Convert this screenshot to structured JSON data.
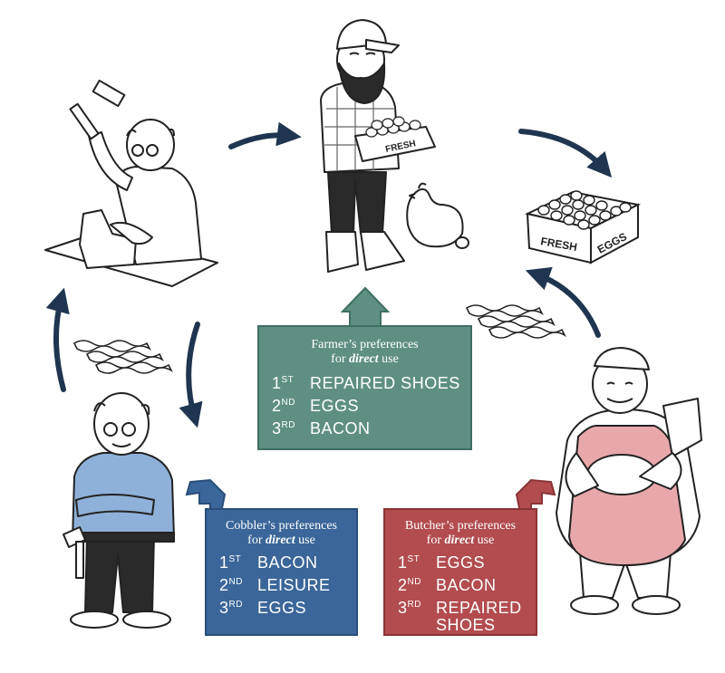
{
  "farmer_box": {
    "title_pre": "Farmer’s preferences",
    "title_for": "for",
    "title_em": "direct",
    "title_post": "use",
    "items": [
      {
        "rank": "1",
        "suffix": "ST",
        "label": "REPAIRED SHOES"
      },
      {
        "rank": "2",
        "suffix": "ND",
        "label": "EGGS"
      },
      {
        "rank": "3",
        "suffix": "RD",
        "label": "BACON"
      }
    ]
  },
  "cobbler_box": {
    "title_pre": "Cobbler’s preferences",
    "title_for": "for",
    "title_em": "direct",
    "title_post": "use",
    "items": [
      {
        "rank": "1",
        "suffix": "ST",
        "label": "BACON"
      },
      {
        "rank": "2",
        "suffix": "ND",
        "label": "LEISURE"
      },
      {
        "rank": "3",
        "suffix": "RD",
        "label": "EGGS"
      }
    ]
  },
  "butcher_box": {
    "title_pre": "Butcher’s preferences",
    "title_for": "for",
    "title_em": "direct",
    "title_post": "use",
    "items": [
      {
        "rank": "1",
        "suffix": "ST",
        "label": "EGGS"
      },
      {
        "rank": "2",
        "suffix": "ND",
        "label": "BACON"
      },
      {
        "rank": "3",
        "suffix": "RD",
        "label": "REPAIRED"
      }
    ],
    "item3_line2": "SHOES"
  },
  "egg_crate": {
    "word1": "FRESH",
    "word2": "EGGS"
  },
  "farmer_crate": {
    "word": "FRESH"
  },
  "colors": {
    "arrow": "#1f3550",
    "farmer_box": "#5f8f83",
    "cobbler_box": "#3a6699",
    "butcher_box": "#b24c4f",
    "cobbler_shirt": "#8fb1d9",
    "butcher_apron": "#e8a8ab"
  }
}
